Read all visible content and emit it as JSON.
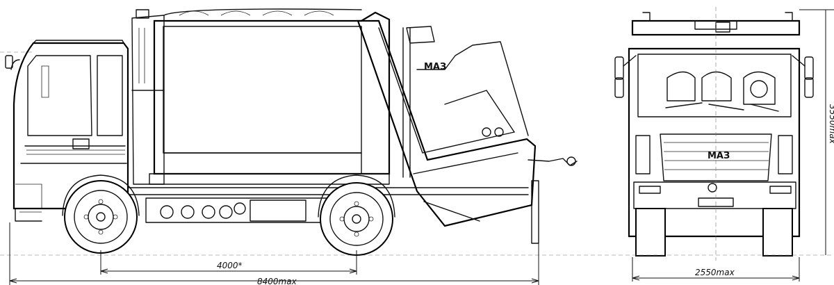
{
  "views": {
    "side": {
      "wheelbase_label": "4000*",
      "overall_length_label": "8400max"
    },
    "front": {
      "width_label": "2550max",
      "height_label": "3550max"
    }
  },
  "branding": {
    "logo_text": "МАЗ"
  },
  "colors": {
    "ink": "#111111",
    "paper": "#ffffff"
  }
}
